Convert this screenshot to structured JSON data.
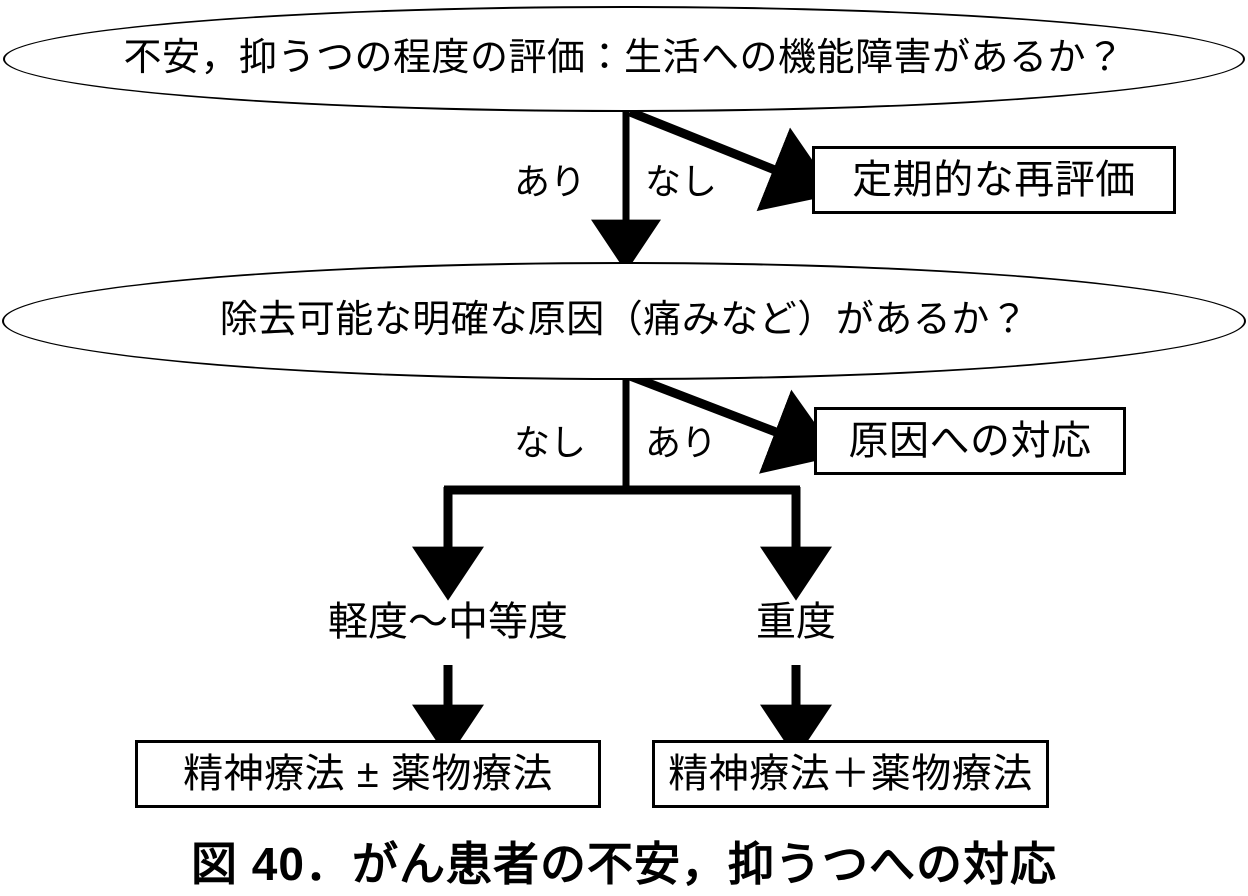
{
  "figure": {
    "caption": "図 40．がん患者の不安，抑うつへの対応",
    "ink_color": "#000000",
    "background_color": "#ffffff"
  },
  "nodes": {
    "assessment_ellipse": {
      "text": "不安，抑うつの程度の評価：生活への機能障害があるか？",
      "shape": "ellipse"
    },
    "cause_ellipse": {
      "text": "除去可能な明確な原因（痛みなど）があるか？",
      "shape": "ellipse"
    },
    "reassessment_box": {
      "text": "定期的な再評価",
      "shape": "rectangle"
    },
    "cause_management_box": {
      "text": "原因への対応",
      "shape": "rectangle"
    },
    "psychotherapy_optional_drug_box": {
      "text": "精神療法 ± 薬物療法",
      "shape": "rectangle"
    },
    "psychotherapy_plus_drug_box": {
      "text": "精神療法＋薬物療法",
      "shape": "rectangle"
    }
  },
  "edge_labels": {
    "assessment_yes": "あり",
    "assessment_no": "なし",
    "cause_no": "なし",
    "cause_yes": "あり"
  },
  "branch_labels": {
    "mild_to_moderate": "軽度〜中等度",
    "severe": "重度"
  },
  "flow": {
    "steps": [
      {
        "from": "assessment_ellipse",
        "to": "cause_ellipse",
        "label": "あり",
        "direction": "down"
      },
      {
        "from": "assessment_ellipse",
        "to": "reassessment_box",
        "label": "なし",
        "direction": "diagonal-right"
      },
      {
        "from": "cause_ellipse",
        "to": "severity_split",
        "label": "なし",
        "direction": "down"
      },
      {
        "from": "cause_ellipse",
        "to": "cause_management_box",
        "label": "あり",
        "direction": "diagonal-right"
      },
      {
        "from": "severity_split",
        "to": "psychotherapy_optional_drug_box",
        "label": "軽度〜中等度",
        "direction": "down-left"
      },
      {
        "from": "severity_split",
        "to": "psychotherapy_plus_drug_box",
        "label": "重度",
        "direction": "down-right"
      }
    ]
  }
}
